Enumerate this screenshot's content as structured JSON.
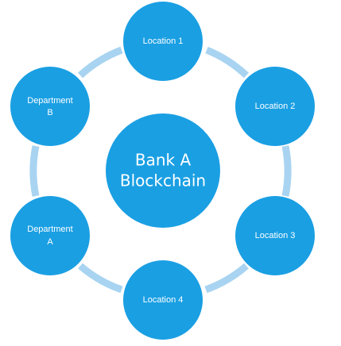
{
  "colors": {
    "node_fill": "#1a9fe3",
    "connector": "#a8d4f1",
    "label_text": "#ffffff"
  },
  "center": {
    "line1": "Bank A",
    "line2": "Blockchain"
  },
  "nodes": [
    {
      "id": "location-1",
      "lines": [
        "Location 1"
      ]
    },
    {
      "id": "location-2",
      "lines": [
        "Location 2"
      ]
    },
    {
      "id": "location-3",
      "lines": [
        "Location 3"
      ]
    },
    {
      "id": "location-4",
      "lines": [
        "Location 4"
      ]
    },
    {
      "id": "department-a",
      "lines": [
        "Department",
        "A"
      ]
    },
    {
      "id": "department-b",
      "lines": [
        "Department",
        "B"
      ]
    }
  ]
}
